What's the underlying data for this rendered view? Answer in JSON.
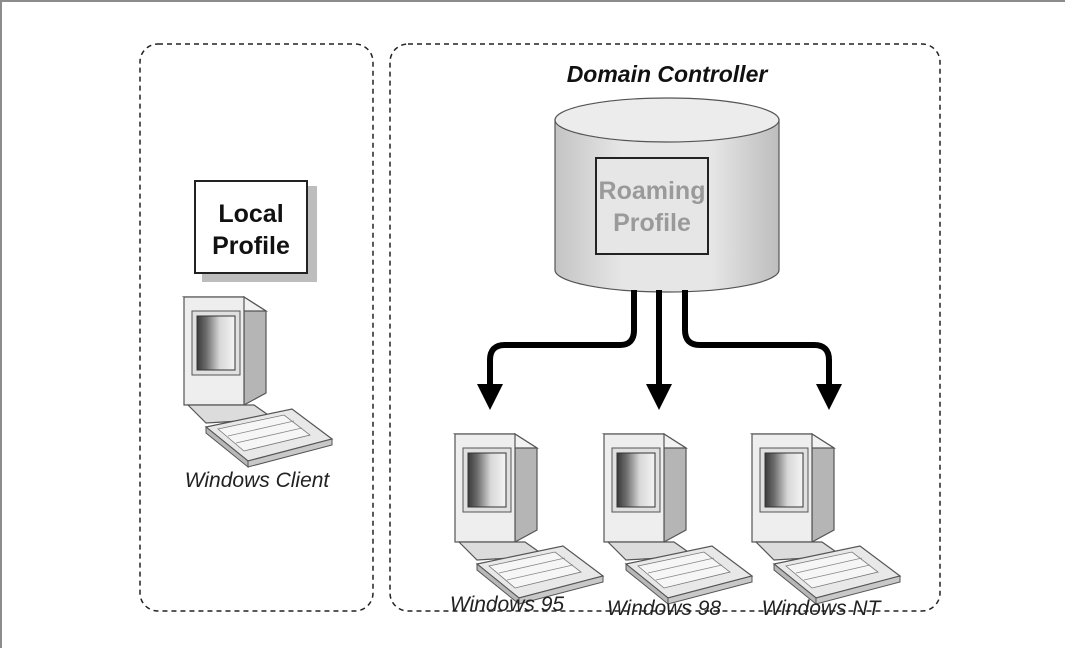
{
  "diagram": {
    "client_panel": {
      "local_profile": {
        "line1": "Local",
        "line2": "Profile"
      },
      "computer_label": "Windows Client"
    },
    "server_panel": {
      "title": "Domain Controller",
      "roaming_profile": {
        "line1": "Roaming",
        "line2": "Profile"
      },
      "computers": [
        {
          "label": "Windows 95"
        },
        {
          "label": "Windows 98"
        },
        {
          "label": "Windows NT"
        }
      ]
    }
  }
}
